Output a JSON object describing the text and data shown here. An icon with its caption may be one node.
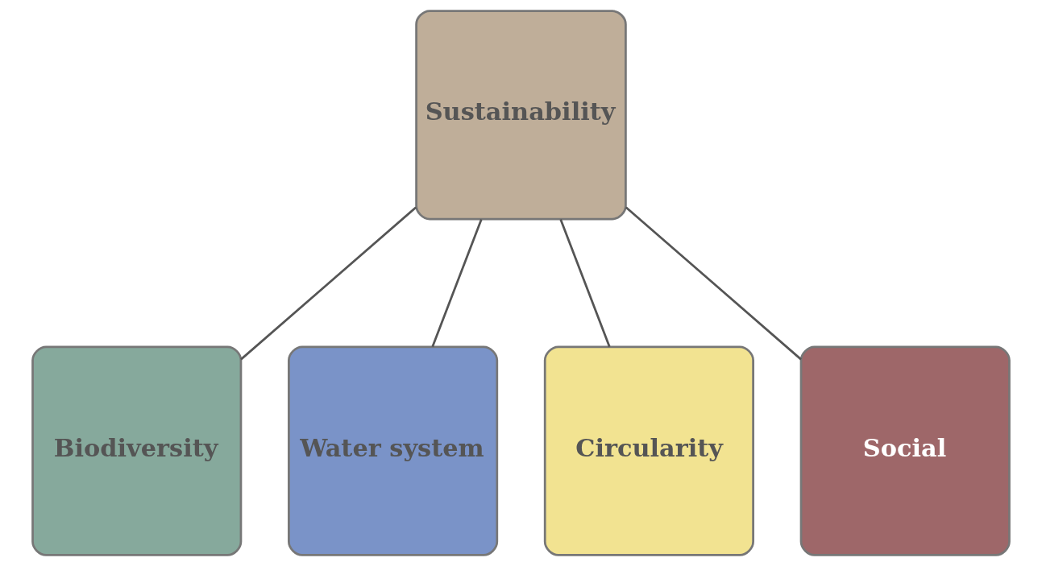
{
  "diagram": {
    "nodes": [
      {
        "text": [
          "Sustainability"
        ]
      },
      {
        "text": [
          "Biodiversity"
        ]
      },
      {
        "text": [
          "Water system"
        ]
      },
      {
        "text": [
          "Circularity"
        ]
      },
      {
        "text": [
          "Social"
        ]
      }
    ],
    "edges": [
      {
        "from": 0,
        "to": 1,
        "arrow": "none"
      },
      {
        "from": 0,
        "to": 2,
        "arrow": "none"
      },
      {
        "from": 0,
        "to": 3,
        "arrow": "none"
      },
      {
        "from": 0,
        "to": 4,
        "arrow": "none"
      }
    ]
  }
}
